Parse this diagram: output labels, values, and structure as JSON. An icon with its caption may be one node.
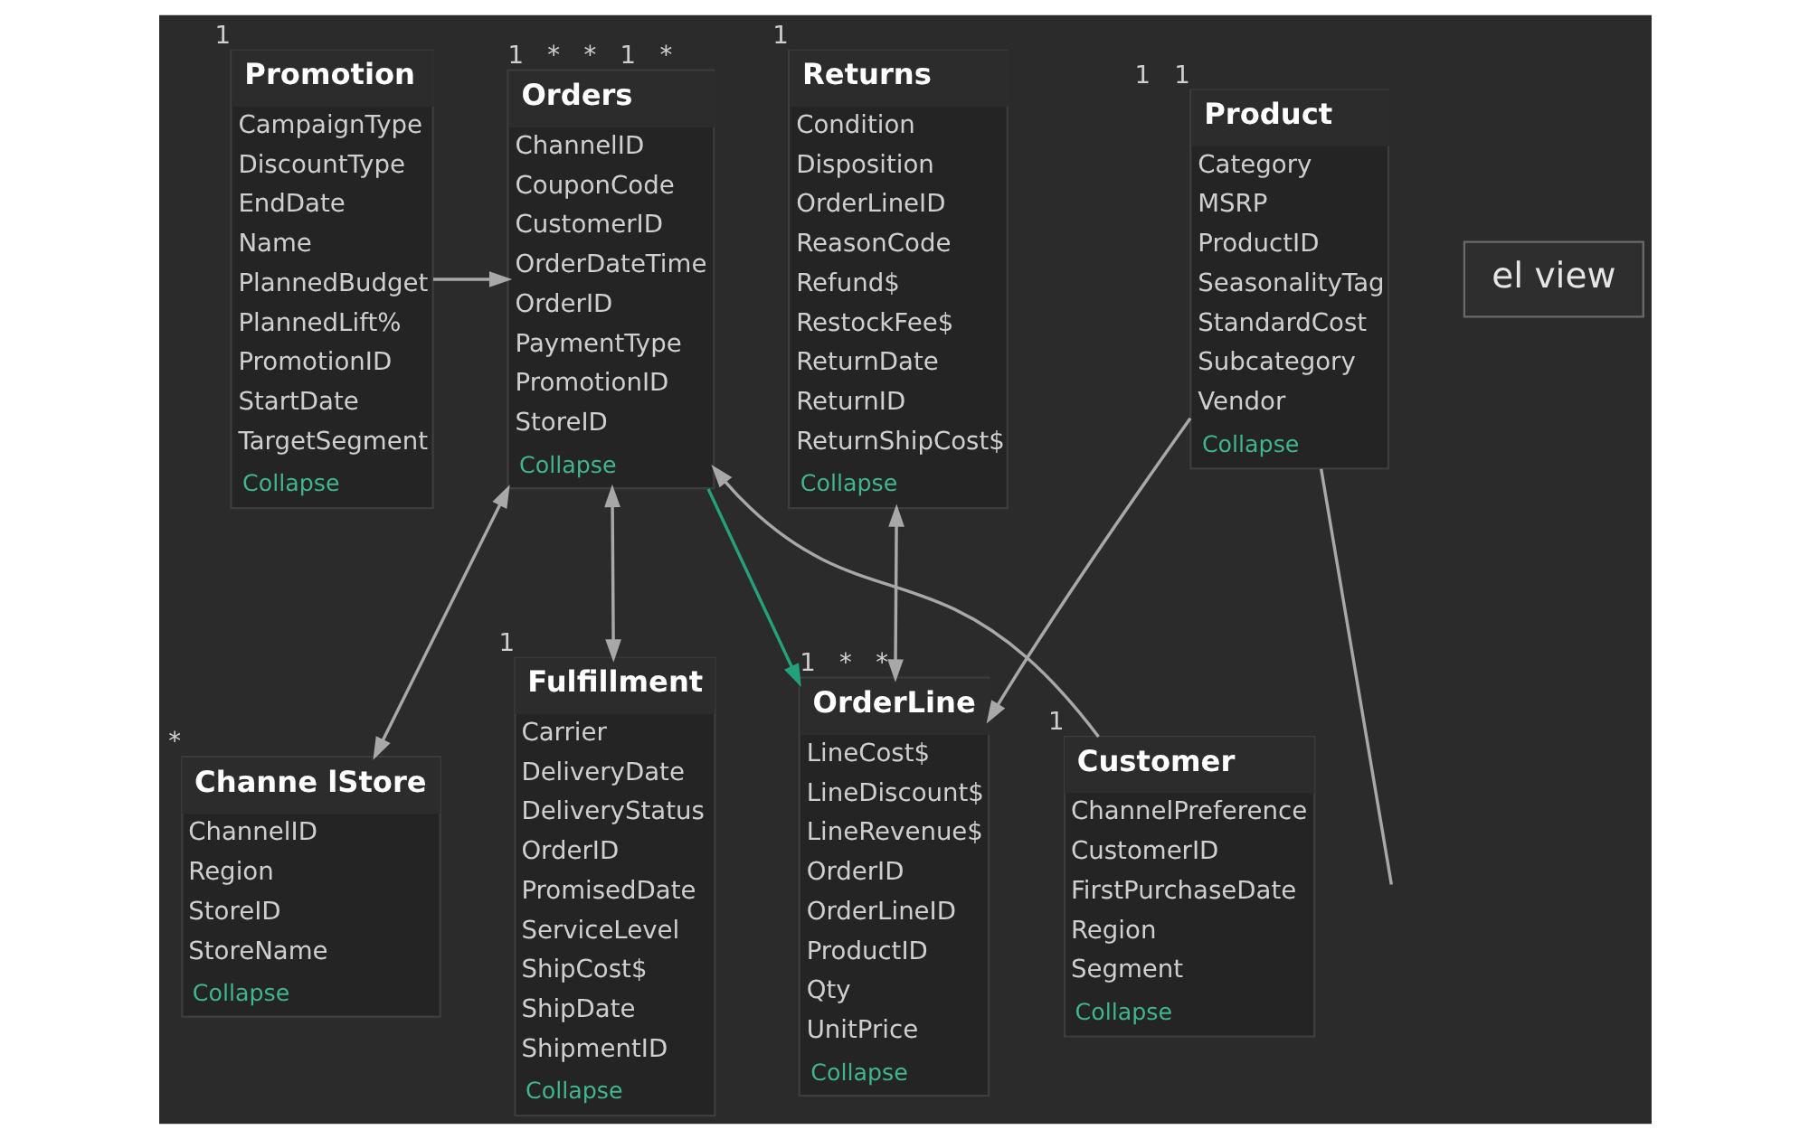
{
  "diagram": {
    "nodes": [
      {
        "text": [
          "Promotion",
          "CampaignType",
          "DiscountType",
          "EndDate",
          "Name",
          "PlannedBudget",
          "PlannedLift%",
          "PromotionID",
          "StartDate",
          "TargetSegment",
          "Collapse"
        ],
        "beside": [
          "1"
        ]
      },
      {
        "text": [
          "el view"
        ]
      },
      {
        "text": [
          "Returns",
          "Condition",
          "Disposition",
          "OrderLineID",
          "ReasonCode",
          "Refund$",
          "RestockFee$",
          "ReturnDate",
          "ReturnID",
          "ReturnShipCost$",
          "Collapse"
        ],
        "beside": [
          "1"
        ]
      },
      {
        "text": [
          "Orders",
          "ChannelID",
          "CouponCode",
          "CustomerID",
          "OrderDateTime",
          "OrderID",
          "PaymentType",
          "PromotionID",
          "StoreID",
          "Collapse"
        ],
        "beside": [
          "1",
          "*",
          "*",
          "1",
          "*"
        ]
      },
      {
        "text": [
          "OrderLine",
          "LineCost$",
          "LineDiscount$",
          "LineRevenue$",
          "OrderID",
          "OrderLineID",
          "ProductID",
          "Qty",
          "UnitPrice",
          "Collapse"
        ],
        "beside": [
          "1",
          "*",
          "*"
        ]
      },
      {
        "text": [
          "Customer",
          "ChannelPreference",
          "CustomerID",
          "FirstPurchaseDate",
          "Region",
          "Segment",
          "Collapse"
        ],
        "beside": [
          "1"
        ]
      },
      {
        "text": [
          "Channe lStore",
          "ChannelID",
          "Region",
          "StoreID",
          "StoreName",
          "Collapse"
        ],
        "beside": [
          "*"
        ]
      },
      {
        "text": [
          "Product",
          "Category",
          "MSRP",
          "ProductID",
          "SeasonalityTag",
          "StandardCost",
          "Subcategory",
          "Vendor",
          "Collapse"
        ],
        "beside": [
          "1",
          "1"
        ]
      },
      {
        "text": [
          "Fulfillment",
          "Carrier",
          "DeliveryDate",
          "DeliveryStatus",
          "OrderID",
          "PromisedDate",
          "ServiceLevel",
          "ShipCost$",
          "ShipDate",
          "ShipmentID",
          "Collapse"
        ],
        "beside": [
          "1"
        ]
      }
    ],
    "edges": [
      {
        "from": 2,
        "to": 4,
        "arrow": "both"
      },
      {
        "from": 7,
        "to": 4,
        "arrow": "to"
      },
      {
        "from": 3,
        "to": 4,
        "arrow": "to",
        "color": "#24a07c"
      },
      {
        "from": 0,
        "to": 3,
        "arrow": "to"
      },
      {
        "from": 5,
        "to": 3,
        "arrow": "to"
      },
      {
        "from": 3,
        "to": 8,
        "arrow": "both"
      },
      {
        "from": 3,
        "to": 6,
        "arrow": "both"
      },
      {
        "from": 7,
        "to": null,
        "arrow": "none"
      }
    ]
  }
}
